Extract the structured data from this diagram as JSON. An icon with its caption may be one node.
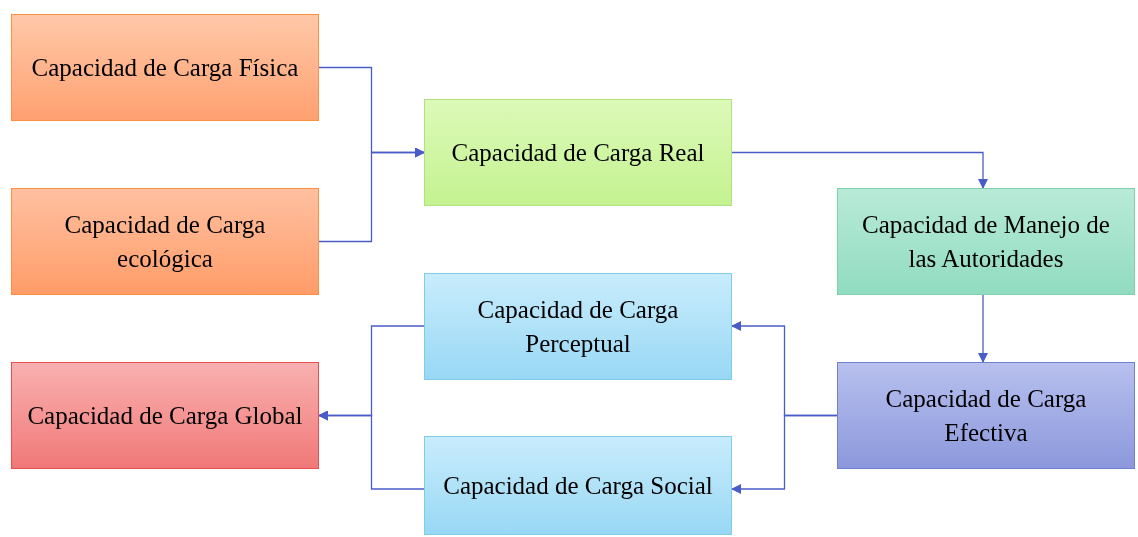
{
  "diagram": {
    "nodes": [
      {
        "text": [
          "Capacidad de Carga Física"
        ]
      },
      {
        "text": [
          "Capacidad de Carga ecológica"
        ]
      },
      {
        "text": [
          "Capacidad de Carga Real"
        ]
      },
      {
        "text": [
          "Capacidad de Manejo de las Autoridades"
        ]
      },
      {
        "text": [
          "Capacidad de Carga Perceptual"
        ]
      },
      {
        "text": [
          "Capacidad de Carga Global"
        ]
      },
      {
        "text": [
          "Capacidad de Carga Efectiva"
        ]
      },
      {
        "text": [
          "Capacidad de Carga Social"
        ]
      }
    ],
    "edges": [
      {
        "from": 0,
        "to": 2,
        "arrow": "to"
      },
      {
        "from": 1,
        "to": 2,
        "arrow": "to"
      },
      {
        "from": 2,
        "to": 3,
        "arrow": "to"
      },
      {
        "from": 3,
        "to": 6,
        "arrow": "to"
      },
      {
        "from": 6,
        "to": 4,
        "arrow": "to"
      },
      {
        "from": 6,
        "to": 7,
        "arrow": "to"
      },
      {
        "from": 4,
        "to": 5,
        "arrow": "to"
      },
      {
        "from": 7,
        "to": 5,
        "arrow": "to"
      }
    ]
  }
}
